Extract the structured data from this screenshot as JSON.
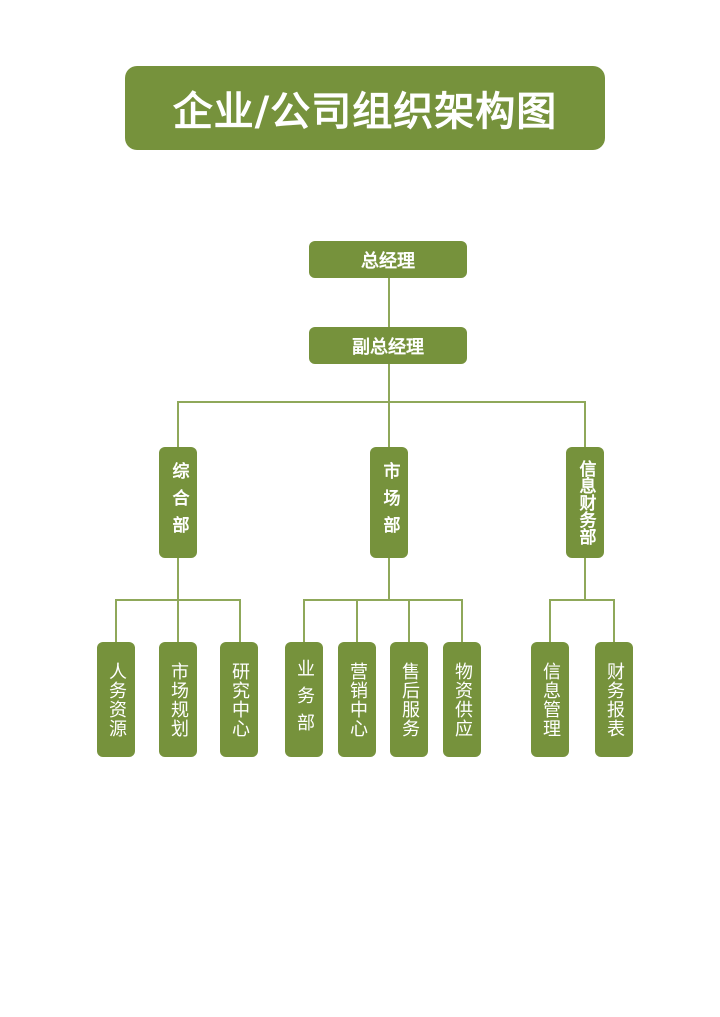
{
  "title": "企业/公司组织架构图",
  "colors": {
    "box": "#76923c",
    "line": "#8fa85a",
    "text": "#ffffff",
    "background": "#ffffff"
  },
  "chart": {
    "top": {
      "label": "总经理"
    },
    "deputy": {
      "label": "副总经理"
    },
    "departments": [
      {
        "label": "综合部",
        "children": [
          "人务资源",
          "市场规划",
          "研究中心"
        ]
      },
      {
        "label": "市场部",
        "children": [
          "业务部",
          "营销中心",
          "售后服务",
          "物资供应"
        ]
      },
      {
        "label": "信息财务部",
        "children": [
          "信息管理",
          "财务报表"
        ]
      }
    ]
  }
}
